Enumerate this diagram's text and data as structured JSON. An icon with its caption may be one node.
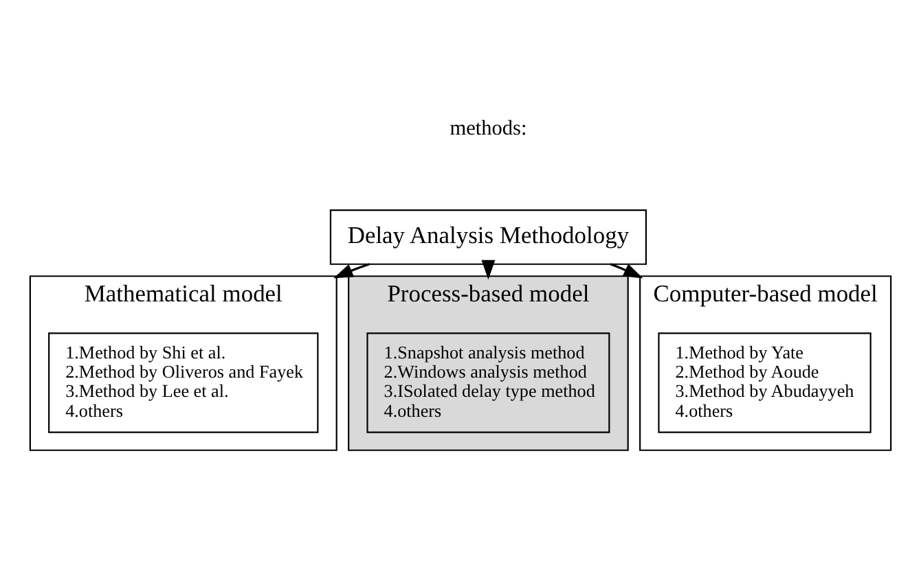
{
  "diagram": {
    "nodes": [
      {
        "text": [
          "Delay Analysis Methodology"
        ]
      },
      {
        "text": [
          "Mathematical model"
        ]
      },
      {
        "text": [
          "1.Method by Shi et al.",
          "2.Method by Oliveros and Fayek",
          "3.Method by Lee et al.",
          "4.others"
        ],
        "in": 1
      },
      {
        "text": [
          "Process-based model"
        ]
      },
      {
        "text": [
          "1.Snapshot analysis method",
          "2.Windows analysis method",
          "3.ISolated delay type method",
          "4.others"
        ],
        "in": 3
      },
      {
        "text": [
          "Computer-based model"
        ]
      },
      {
        "text": [
          "1.Method by Yate",
          "2.Method by Aoude",
          "3.Method by Abudayyeh",
          "4.others"
        ],
        "in": 5
      }
    ],
    "edges": [
      {
        "from": 0,
        "to": 1,
        "arrow": "to"
      },
      {
        "from": 0,
        "to": 3,
        "arrow": "to"
      },
      {
        "from": 0,
        "to": 5,
        "arrow": "to"
      }
    ],
    "labels": [
      "methods:"
    ]
  }
}
